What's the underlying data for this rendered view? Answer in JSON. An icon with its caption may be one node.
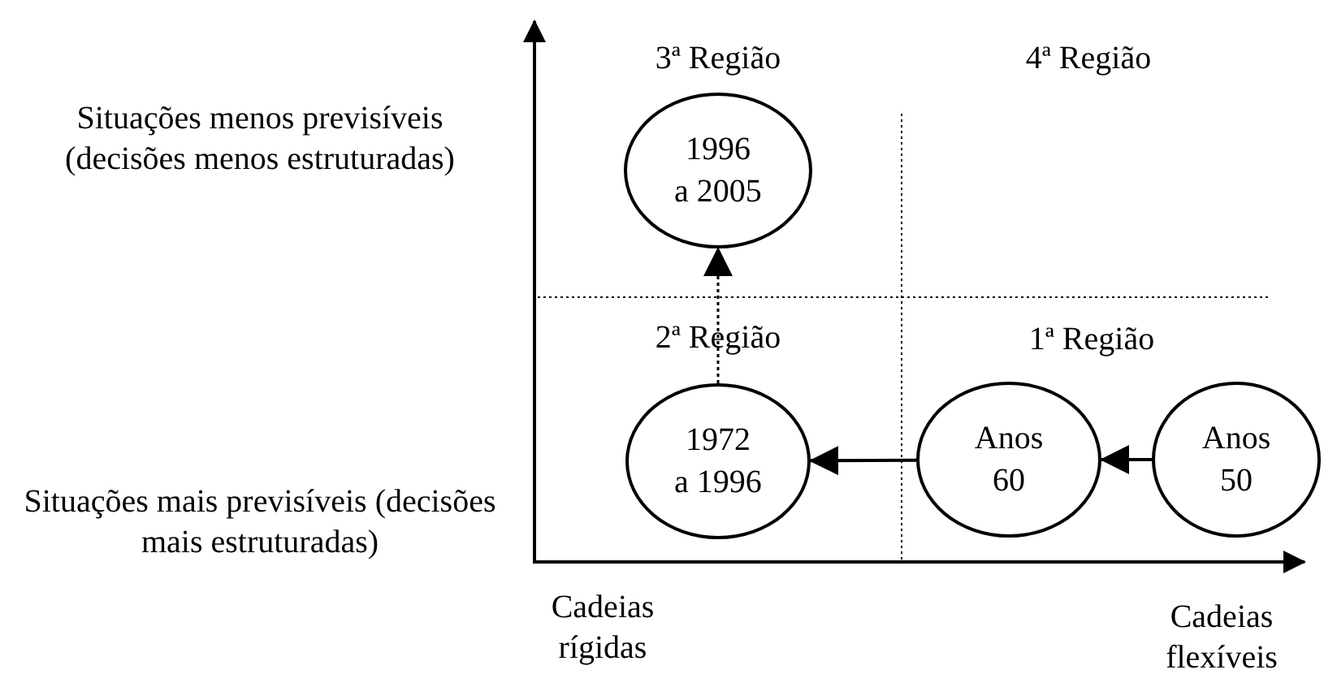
{
  "diagram": {
    "nodes": [
      {
        "text": [
          "1996 a 2005"
        ]
      },
      {
        "text": [
          "1972 a 1996"
        ]
      },
      {
        "text": [
          "Anos 60"
        ]
      },
      {
        "text": [
          "Anos 50"
        ]
      }
    ],
    "edges": [
      {
        "from": 3,
        "to": 2,
        "arrow": "to"
      },
      {
        "from": 2,
        "to": 1,
        "arrow": "to"
      },
      {
        "from": 1,
        "to": 0,
        "arrow": "to",
        "style": "dashed"
      }
    ],
    "labels": [
      "3ª Região",
      "4ª Região",
      "Situações menos previsíveis (decisões menos estruturadas)",
      "2ª Região",
      "1ª Região",
      "Situações mais previsíveis (decisões mais estruturadas)",
      "Cadeias rígidas",
      "Cadeias flexíveis"
    ]
  }
}
